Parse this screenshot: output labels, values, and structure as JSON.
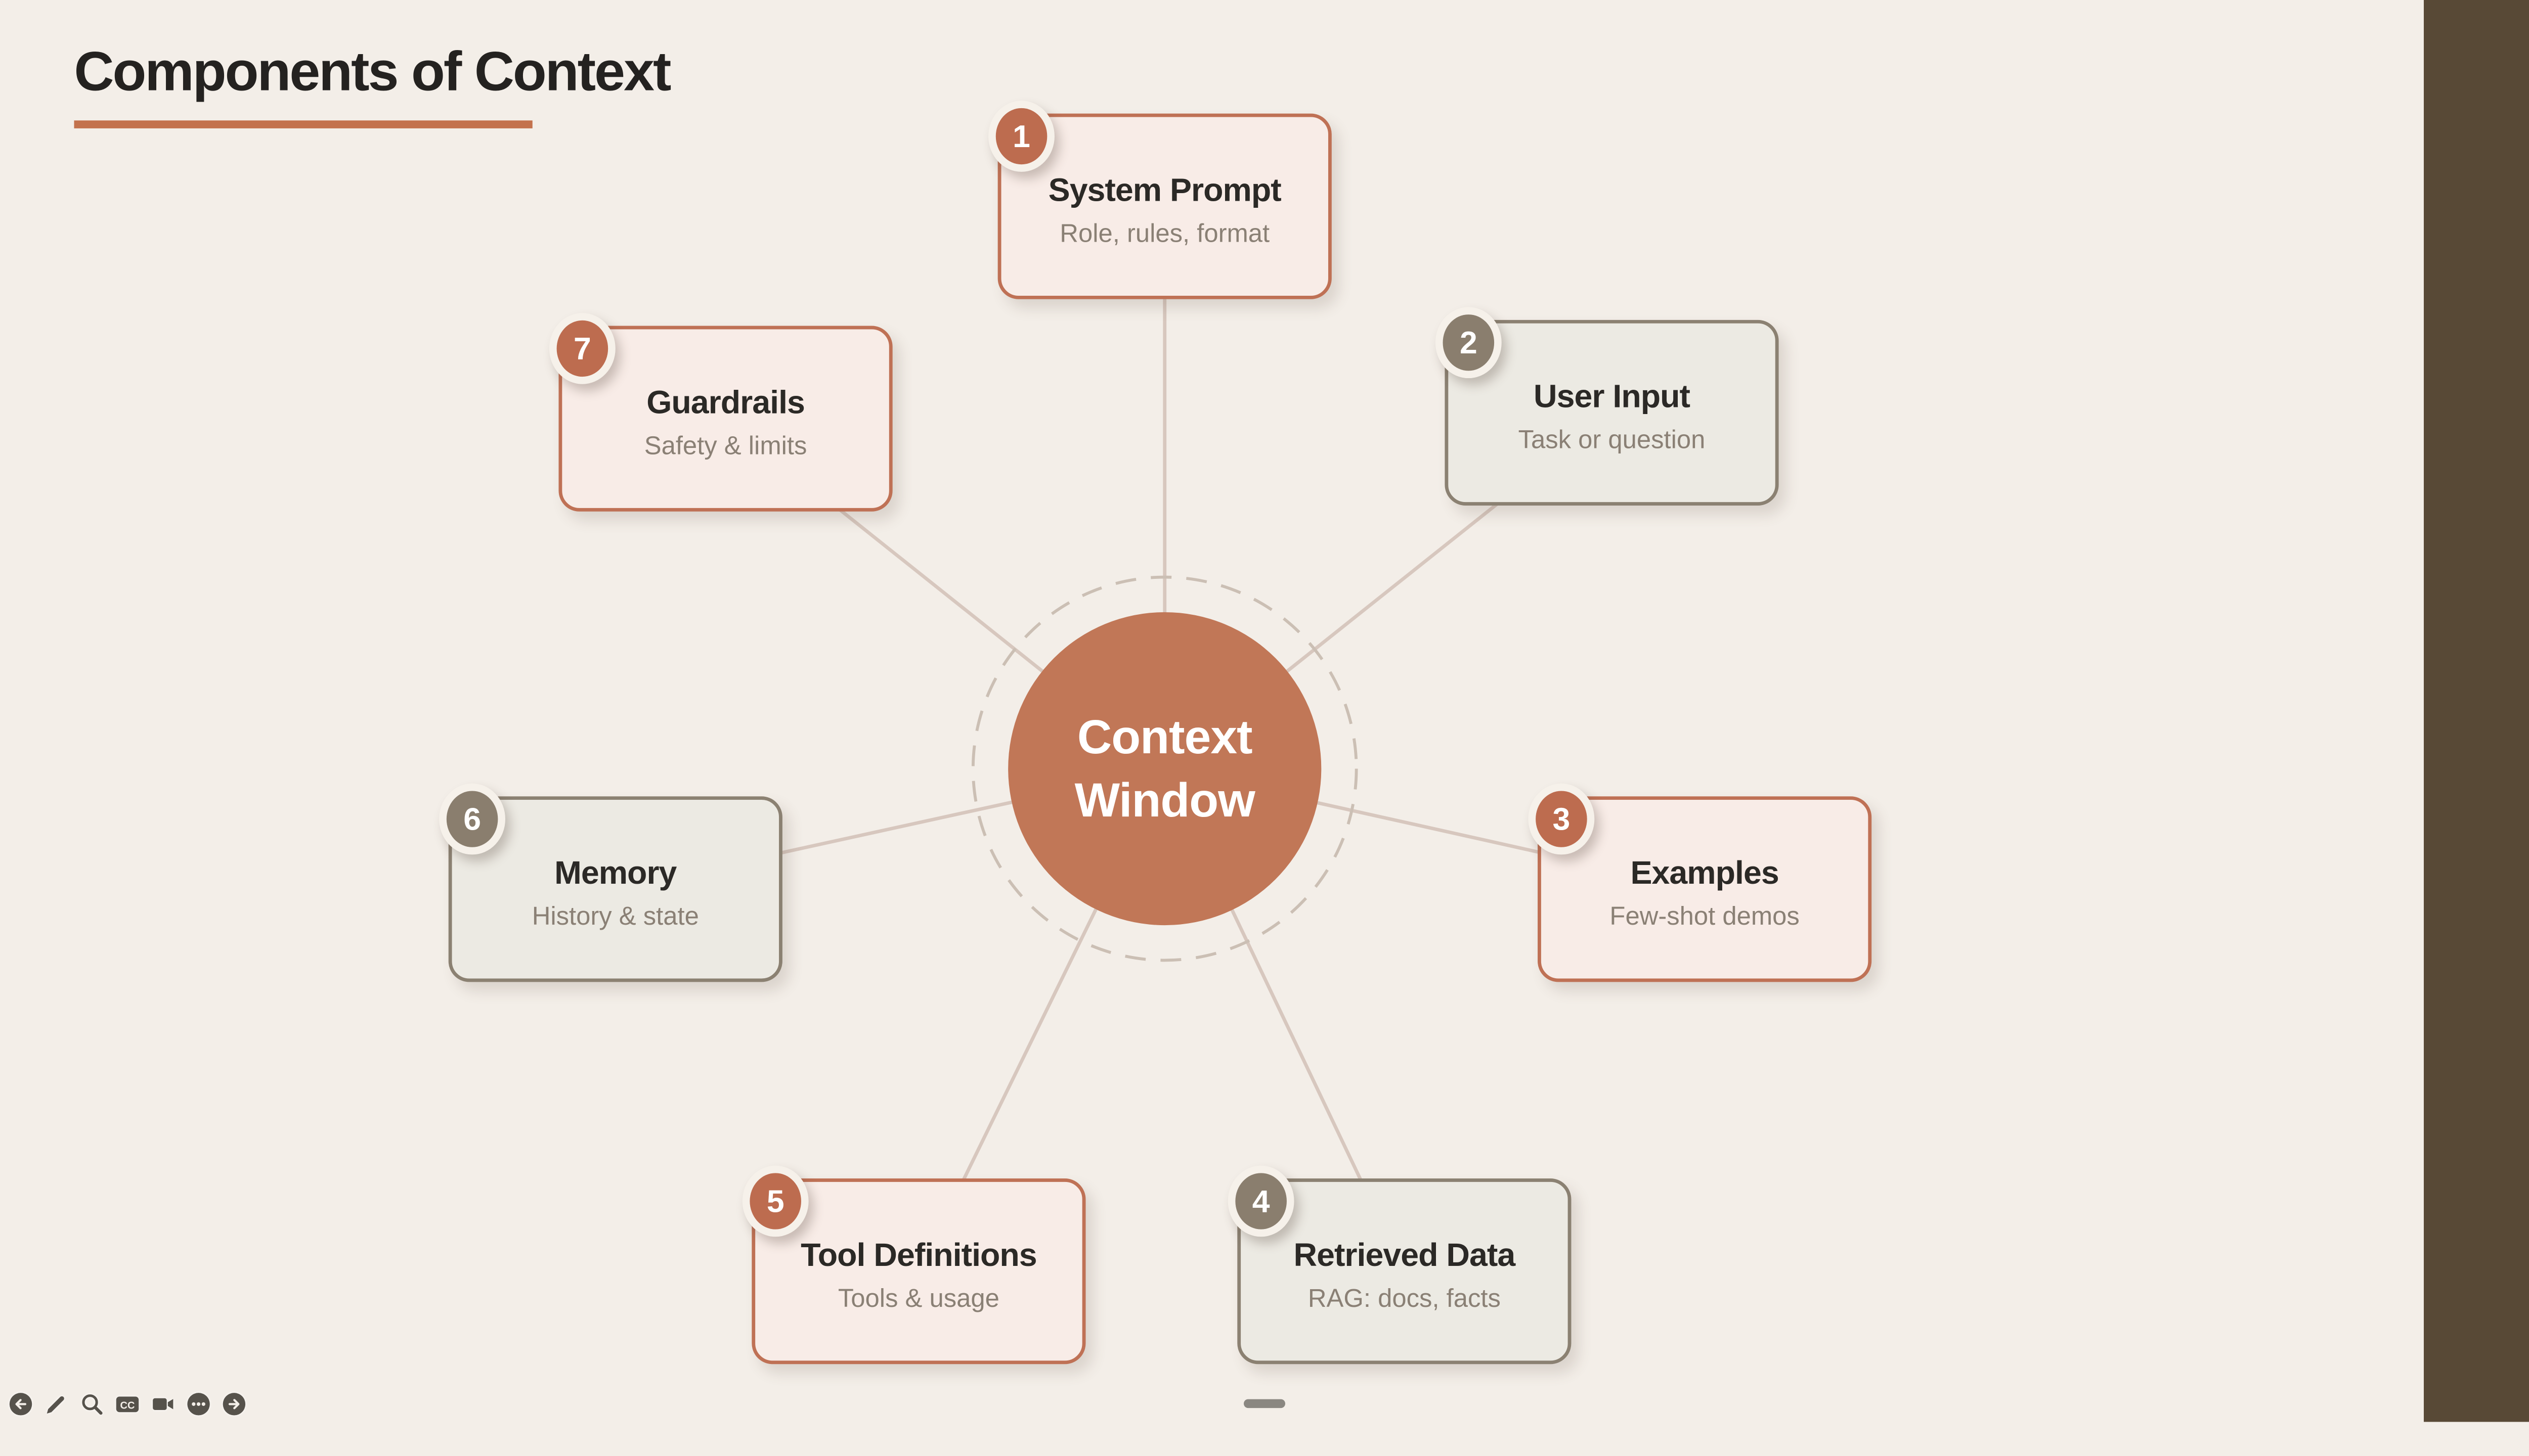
{
  "slide": {
    "title": "Components of Context",
    "hub": {
      "label_line1": "Context",
      "label_line2": "Window"
    },
    "nodes": [
      {
        "number": "1",
        "title": "System Prompt",
        "subtitle": "Role, rules, format",
        "theme": "terracotta"
      },
      {
        "number": "2",
        "title": "User Input",
        "subtitle": "Task or question",
        "theme": "taupe"
      },
      {
        "number": "3",
        "title": "Examples",
        "subtitle": "Few-shot demos",
        "theme": "terracotta"
      },
      {
        "number": "4",
        "title": "Retrieved Data",
        "subtitle": "RAG: docs, facts",
        "theme": "taupe"
      },
      {
        "number": "5",
        "title": "Tool Definitions",
        "subtitle": "Tools & usage",
        "theme": "terracotta"
      },
      {
        "number": "6",
        "title": "Memory",
        "subtitle": "History & state",
        "theme": "taupe"
      },
      {
        "number": "7",
        "title": "Guardrails",
        "subtitle": "Safety & limits",
        "theme": "terracotta"
      }
    ],
    "colors": {
      "background": "#F3EEE8",
      "side_strip": "#584936",
      "title_text": "#242220",
      "title_underline": "#C3724D",
      "hub_fill": "#C17757",
      "hub_text": "#FFFFFF",
      "spoke": "#D7C7BE",
      "dashed_ring": "#CBBFB4",
      "terracotta_fill": "#F8ECE7",
      "terracotta_border": "#BF7155",
      "terracotta_badge": "#BD6C4F",
      "taupe_fill": "#ECEAE3",
      "taupe_border": "#8B8172",
      "taupe_badge": "#8A7E6E",
      "node_title_text": "#2B2926",
      "node_subtitle_text": "#8A8075"
    }
  },
  "toolbar": {
    "cc_label": "CC",
    "icons": [
      "previous-slide-icon",
      "pen-icon",
      "zoom-icon",
      "closed-captions-icon",
      "camera-icon",
      "more-options-icon",
      "next-slide-icon"
    ]
  }
}
